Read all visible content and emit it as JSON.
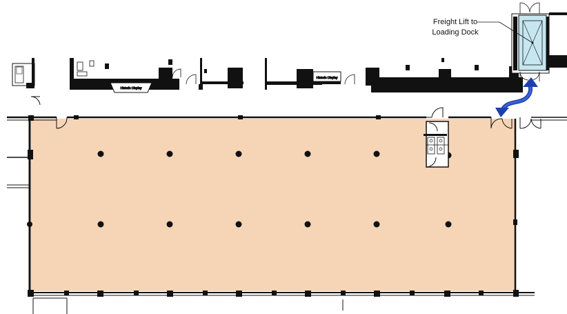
{
  "annotations": {
    "freight_lift_line1": "Freight Lift to",
    "freight_lift_line2": "Loading Dock",
    "display_left": "Historic Display",
    "display_right": "Historic Display"
  },
  "colors": {
    "floor_fill": "#f6d5b7",
    "wall": "#111111",
    "lift_fill": "#c6e6f0",
    "arrow": "#1f3fae"
  },
  "icons": {
    "column": "filled-circle",
    "arrow": "curved-double-arrow"
  }
}
